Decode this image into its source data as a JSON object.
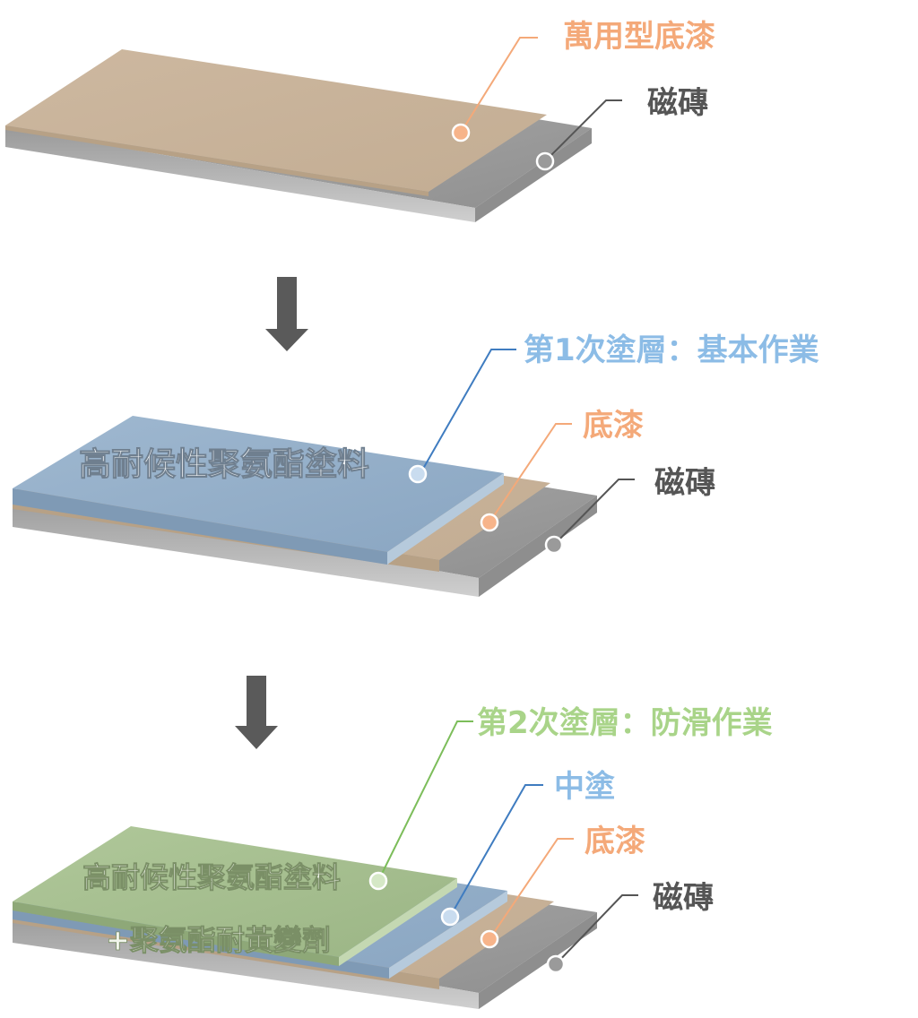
{
  "colors": {
    "tile": "#a9a9a9",
    "primer": "#cbb59c",
    "first_coat": "#93aec8",
    "second_coat": "#a8c08f",
    "label_primer": "#f4a979",
    "label_tile": "#555555",
    "label_blue": "#8cbce6",
    "label_green": "#a9d489",
    "arrow": "#5a5a5a"
  },
  "stage1": {
    "primer_label": "萬用型底漆",
    "tile_label": "磁磚"
  },
  "stage2": {
    "coat_label": "第1次塗層：基本作業",
    "primer_label": "底漆",
    "tile_label": "磁磚",
    "slab_text": "高耐候性聚氨酯塗料"
  },
  "stage3": {
    "coat_label": "第2次塗層：防滑作業",
    "mid_label": "中塗",
    "primer_label": "底漆",
    "tile_label": "磁磚",
    "slab_text_line1": "高耐候性聚氨酯塗料",
    "slab_text_line2": "+聚氨酯耐黃變劑"
  }
}
